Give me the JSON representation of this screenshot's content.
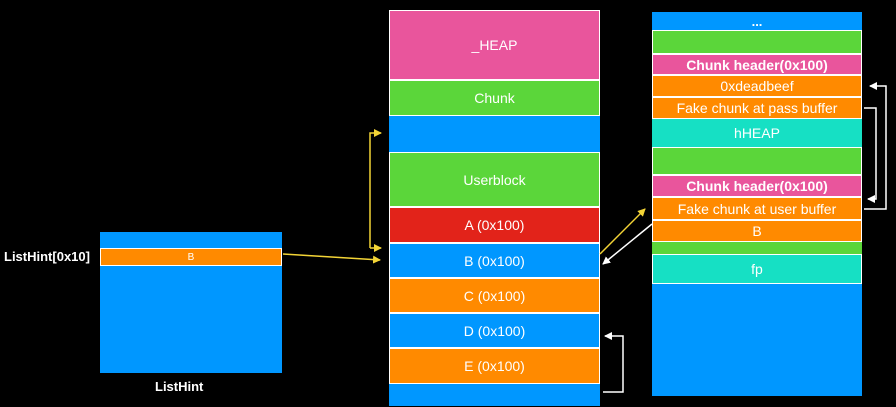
{
  "colors": {
    "blue": "#0097FF",
    "pink": "#E9559C",
    "green": "#5BD63A",
    "orange": "#FF8A00",
    "red": "#E2231A",
    "cyan": "#16E0C4",
    "arrow_yellow": "#F3D436",
    "arrow_white": "#FFFFFF",
    "background": "#000000"
  },
  "listhint": {
    "row_label": "ListHint[0x10]",
    "entry": "B",
    "caption": "ListHint"
  },
  "heap": {
    "heap_label": "_HEAP",
    "chunk": "Chunk",
    "userblock": "Userblock",
    "a": "A (0x100)",
    "b": "B (0x100)",
    "c": "C (0x100)",
    "d": "D (0x100)",
    "e": "E (0x100)"
  },
  "right": {
    "ellipsis": "...",
    "chunk_header_1": "Chunk header(0x100)",
    "deadbeef": "0xdeadbeef",
    "fake_pass": "Fake chunk at pass buffer",
    "hheap": "hHEAP",
    "chunk_header_2": "Chunk header(0x100)",
    "fake_user": "Fake chunk at user buffer",
    "b": "B",
    "fp": "fp"
  }
}
